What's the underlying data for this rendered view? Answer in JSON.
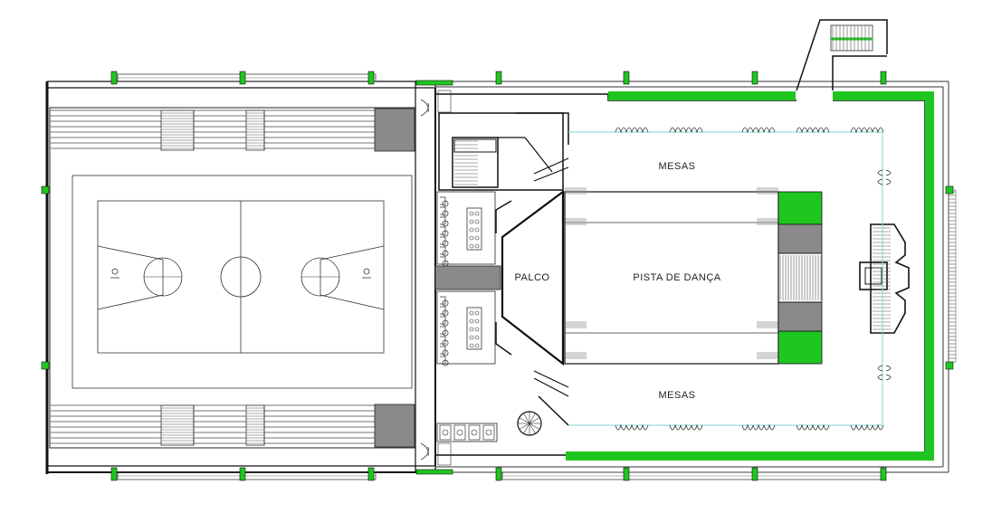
{
  "labels": {
    "stage": "PALCO",
    "dance_floor": "PISTA DE DANÇA",
    "tables_top": "MESAS",
    "tables_bottom": "MESAS"
  },
  "colors": {
    "accent_green": "#1fc61f",
    "wall": "#111111",
    "hatch_gray": "#8a8a8a",
    "line_cyan": "#7fd6d0"
  }
}
